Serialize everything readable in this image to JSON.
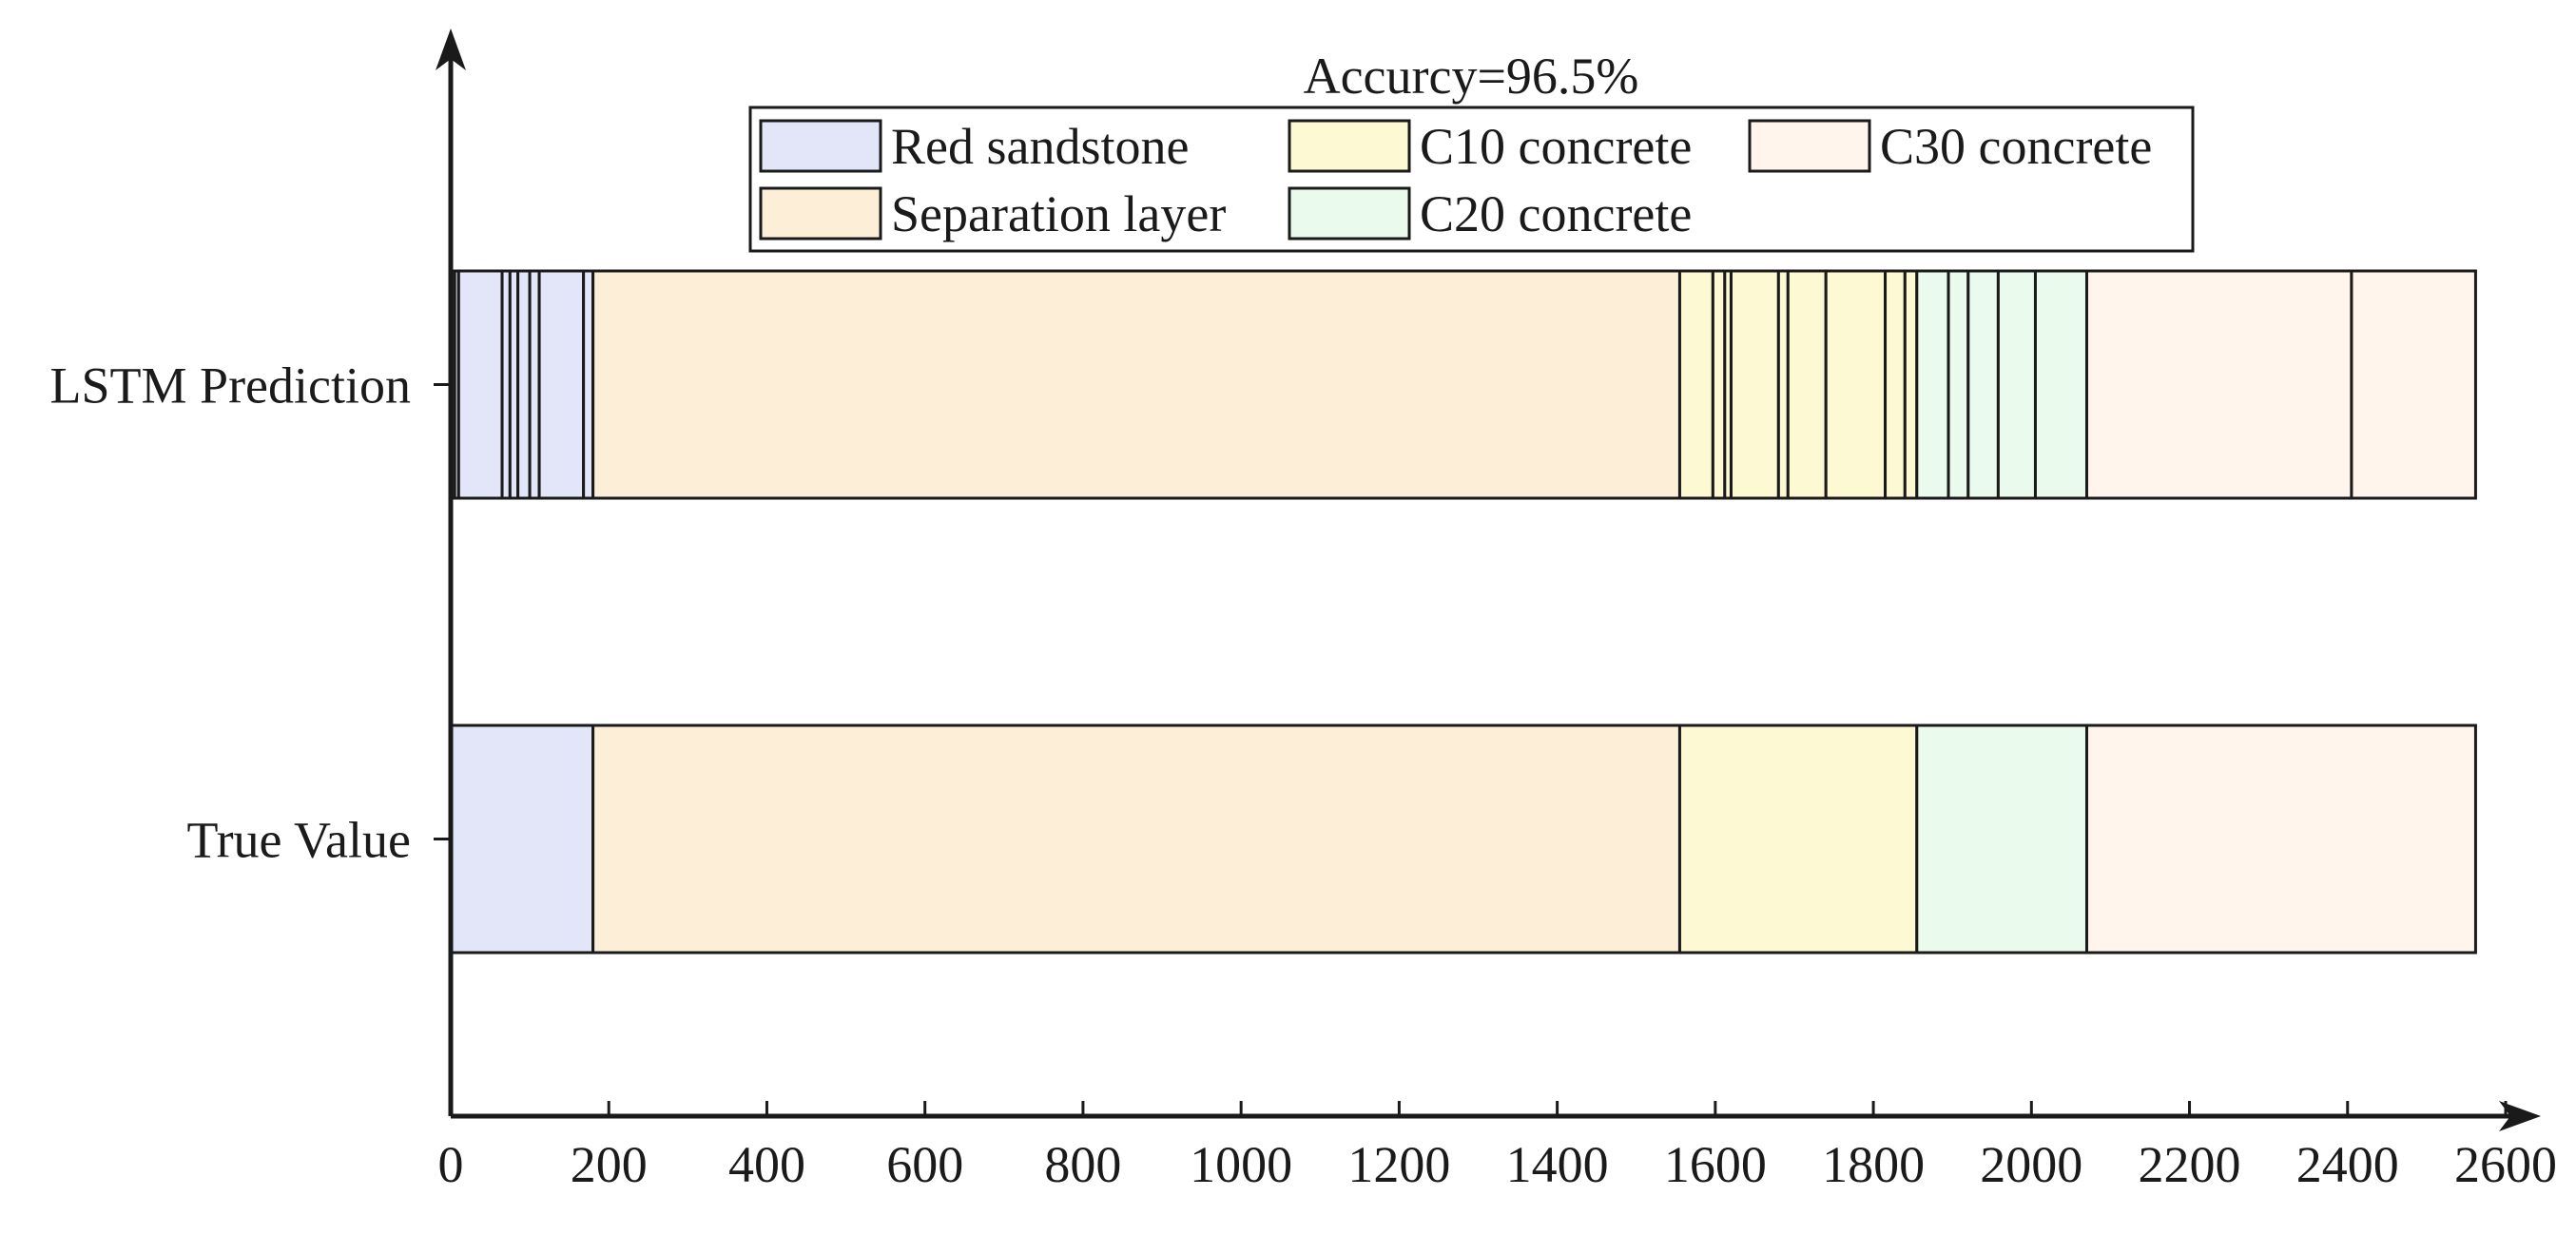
{
  "chart_data": {
    "type": "bar",
    "orientation": "horizontal-stacked-segments",
    "title": "Accurcy=96.5%",
    "xlabel": "",
    "ylabel": "",
    "xlim": [
      0,
      2600
    ],
    "x_ticks": [
      0,
      200,
      400,
      600,
      800,
      1000,
      1200,
      1400,
      1600,
      1800,
      2000,
      2200,
      2400,
      2600
    ],
    "grid": false,
    "legend_position": "top-center",
    "legend": [
      {
        "key": "red_sandstone",
        "label": "Red sandstone",
        "color": "#e3e5f8"
      },
      {
        "key": "c10",
        "label": "C10 concrete",
        "color": "#fdf9d3"
      },
      {
        "key": "c30",
        "label": "C30 concrete",
        "color": "#fff5ec"
      },
      {
        "key": "separation",
        "label": "Separation layer",
        "color": "#fdefd7"
      },
      {
        "key": "c20",
        "label": "C20 concrete",
        "color": "#eafbee"
      }
    ],
    "rows": [
      {
        "label": "LSTM Prediction",
        "segments": [
          {
            "class": "red_sandstone",
            "start": 0,
            "end": 5
          },
          {
            "class": "red_sandstone",
            "start": 5,
            "end": 10
          },
          {
            "class": "red_sandstone",
            "start": 10,
            "end": 65
          },
          {
            "class": "red_sandstone",
            "start": 65,
            "end": 75
          },
          {
            "class": "red_sandstone",
            "start": 75,
            "end": 85
          },
          {
            "class": "red_sandstone",
            "start": 85,
            "end": 100
          },
          {
            "class": "red_sandstone",
            "start": 100,
            "end": 112
          },
          {
            "class": "red_sandstone",
            "start": 112,
            "end": 168
          },
          {
            "class": "red_sandstone",
            "start": 168,
            "end": 180
          },
          {
            "class": "separation",
            "start": 180,
            "end": 1555
          },
          {
            "class": "c10",
            "start": 1555,
            "end": 1597
          },
          {
            "class": "c10",
            "start": 1597,
            "end": 1612
          },
          {
            "class": "c10",
            "start": 1612,
            "end": 1620
          },
          {
            "class": "c10",
            "start": 1620,
            "end": 1680
          },
          {
            "class": "c10",
            "start": 1680,
            "end": 1692
          },
          {
            "class": "c10",
            "start": 1692,
            "end": 1740
          },
          {
            "class": "c10",
            "start": 1740,
            "end": 1815
          },
          {
            "class": "c10",
            "start": 1815,
            "end": 1840
          },
          {
            "class": "c10",
            "start": 1840,
            "end": 1855
          },
          {
            "class": "c20",
            "start": 1855,
            "end": 1895
          },
          {
            "class": "c20",
            "start": 1895,
            "end": 1920
          },
          {
            "class": "c20",
            "start": 1920,
            "end": 1958
          },
          {
            "class": "c20",
            "start": 1958,
            "end": 2005
          },
          {
            "class": "c20",
            "start": 2005,
            "end": 2070
          },
          {
            "class": "c30",
            "start": 2070,
            "end": 2405
          },
          {
            "class": "c30",
            "start": 2405,
            "end": 2562
          }
        ]
      },
      {
        "label": "True Value",
        "segments": [
          {
            "class": "red_sandstone",
            "start": 0,
            "end": 180
          },
          {
            "class": "separation",
            "start": 180,
            "end": 1555
          },
          {
            "class": "c10",
            "start": 1555,
            "end": 1855
          },
          {
            "class": "c20",
            "start": 1855,
            "end": 2070
          },
          {
            "class": "c30",
            "start": 2070,
            "end": 2562
          }
        ]
      }
    ]
  }
}
